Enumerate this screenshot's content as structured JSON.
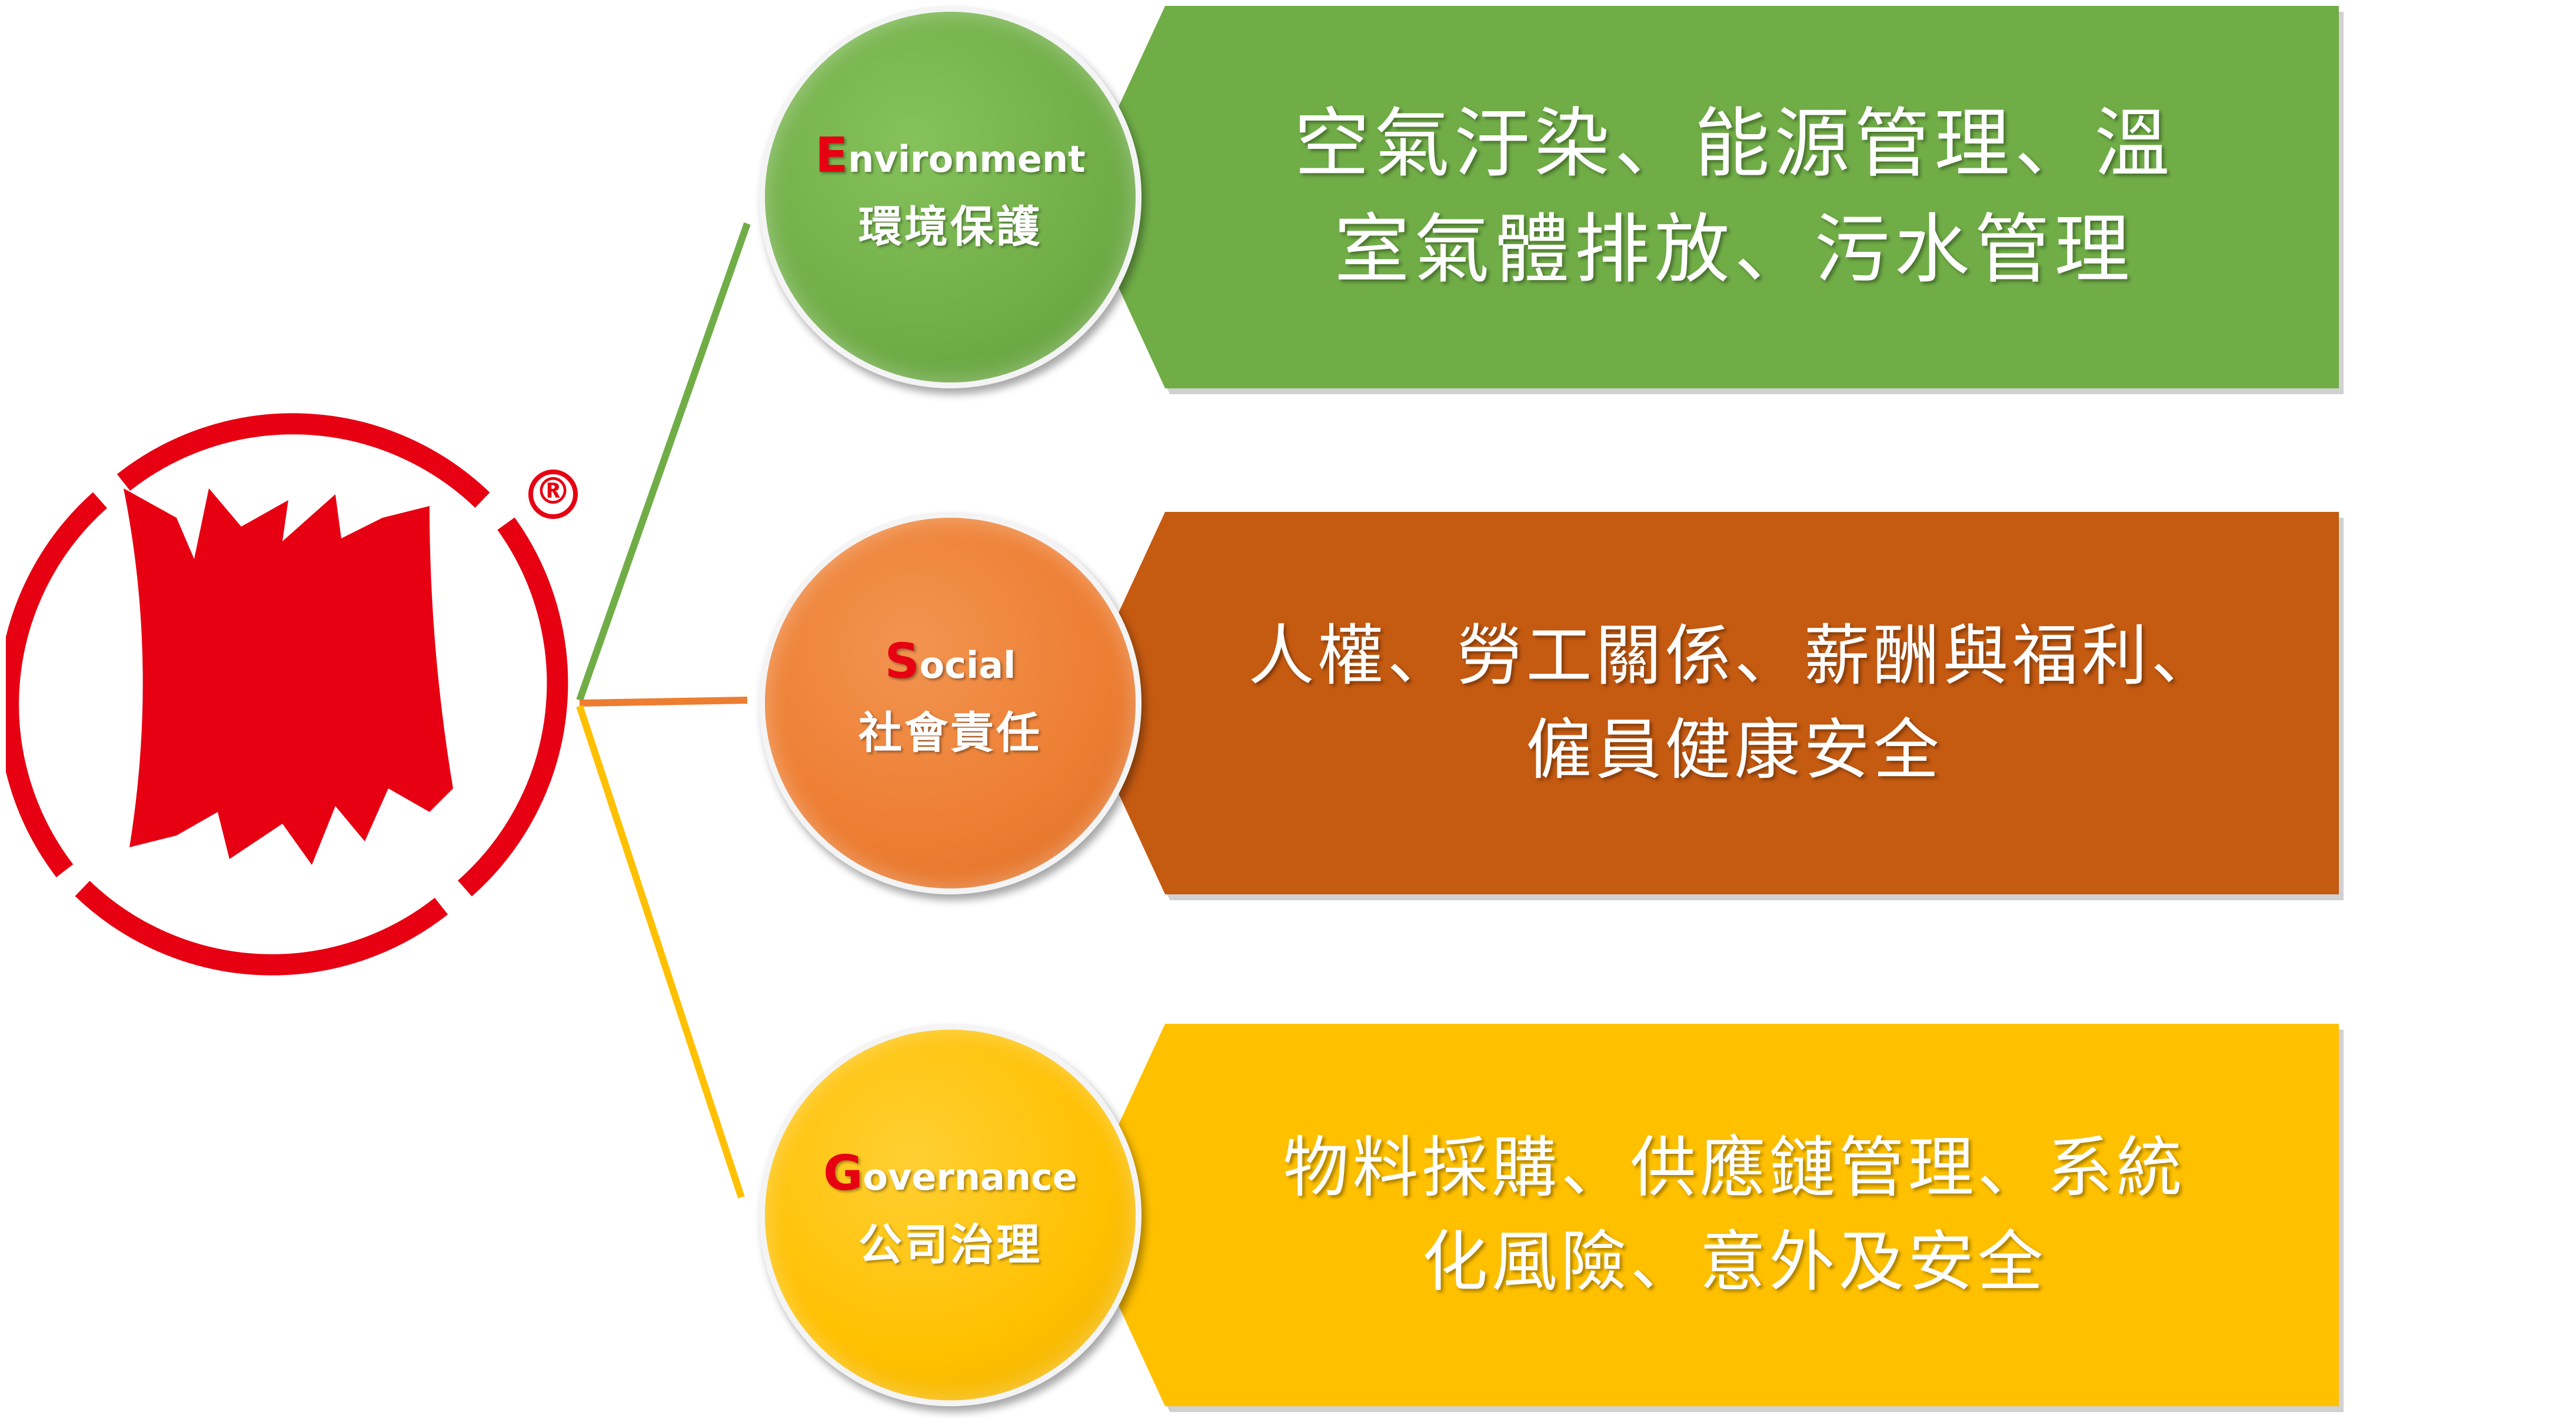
{
  "colors": {
    "environment": "#70ad47",
    "social": "#c55a11",
    "social_circle": "#ed7d31",
    "governance": "#ffc000",
    "logo_red": "#e60012"
  },
  "logo": {
    "registered_mark": "®"
  },
  "esg": [
    {
      "key": "environment",
      "initial": "E",
      "english_rest": "nvironment",
      "chinese": "環境保護",
      "description": "空氣汙染、能源管理、溫\n室氣體排放、污水管理"
    },
    {
      "key": "social",
      "initial": "S",
      "english_rest": "ocial",
      "chinese": "社會責任",
      "description": "人權、勞工關係、薪酬與福利、\n僱員健康安全"
    },
    {
      "key": "governance",
      "initial": "G",
      "english_rest": "overnance",
      "chinese": "公司治理",
      "description": "物料採購、供應鏈管理、系統\n化風險、意外及安全"
    }
  ]
}
